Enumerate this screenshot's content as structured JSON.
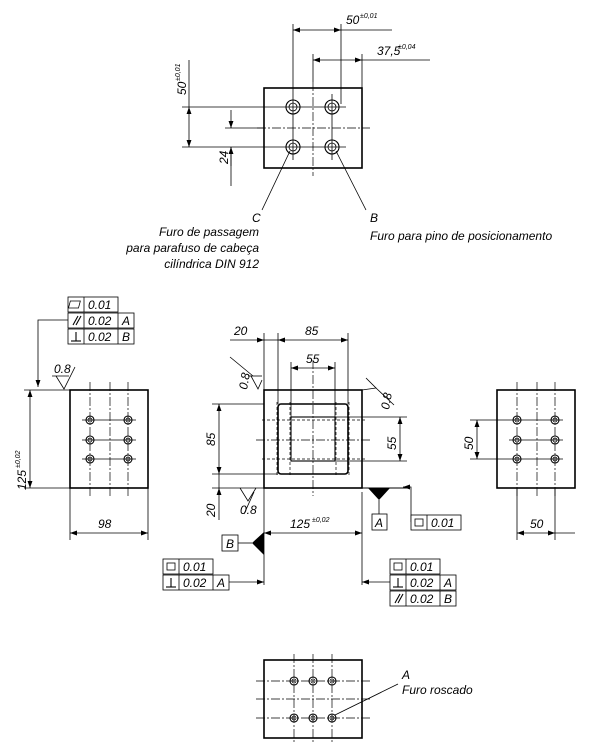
{
  "top_view": {
    "dim_50": "50",
    "dim_50_tol": "±0,01",
    "dim_37_5": "37,5",
    "dim_37_5_tol": "±0,04",
    "dim_50_vert": "50",
    "dim_50_vert_tol": "±0,01",
    "dim_24": "24",
    "label_c": "C",
    "label_b": "B",
    "note_c_line1": "Furo de passagem",
    "note_c_line2": "para parafuso de cabeça",
    "note_c_line3": "cilíndrica DIN 912",
    "note_b": "Furo para pino de posicionamento"
  },
  "left_view": {
    "fcf_flatness_value": "0.01",
    "fcf_parallel_value": "0.02",
    "fcf_parallel_datum": "A",
    "fcf_perp_value": "0.02",
    "fcf_perp_datum": "B",
    "roughness": "0.8",
    "dim_125": "125",
    "dim_125_tol": "±0,02",
    "dim_98": "98"
  },
  "front_view": {
    "dim_20_top": "20",
    "dim_85_top": "85",
    "dim_55_top": "55",
    "dim_85_left": "85",
    "dim_55_right": "55",
    "dim_20_left": "20",
    "dim_125": "125",
    "dim_125_tol": "±0,02",
    "roughness_top_left": "0.8",
    "roughness_top_right": "0.8",
    "roughness_bottom": "0.8",
    "datum_a": "A",
    "datum_b": "B",
    "fcf_a_flatness_value": "0.01",
    "fcf_left_flatness_value": "0.01",
    "fcf_left_perp_value": "0.02",
    "fcf_left_perp_datum": "A",
    "fcf_right_flatness_value": "0.01",
    "fcf_right_perp_value": "0.02",
    "fcf_right_perp_datum": "A",
    "fcf_right_parallel_value": "0.02",
    "fcf_right_parallel_datum": "B"
  },
  "right_view": {
    "dim_50_vert": "50",
    "dim_50_horiz": "50"
  },
  "bottom_view": {
    "label_a": "A",
    "note_a": "Furo roscado"
  },
  "symbols": {
    "flatness": "flatness-icon",
    "parallelism": "parallelism-icon",
    "perpendicularity": "perpendicularity-icon",
    "roughness": "roughness-triangle-icon"
  }
}
